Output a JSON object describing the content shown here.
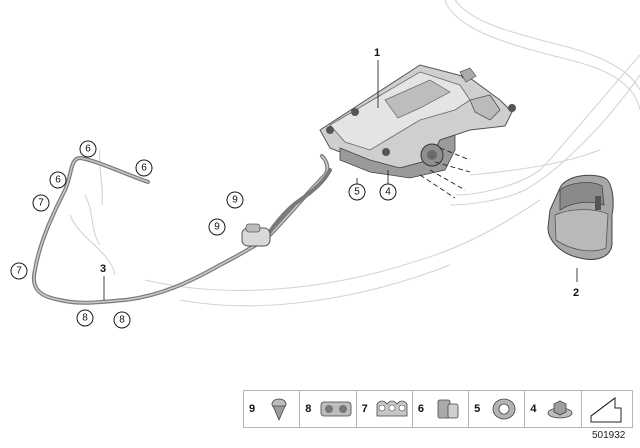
{
  "parts": [
    {
      "label": "1"
    },
    {
      "label": "2"
    },
    {
      "label": "3"
    }
  ],
  "callouts": [
    "6",
    "6",
    "6",
    "7",
    "7",
    "8",
    "8",
    "9",
    "9",
    "5",
    "4"
  ],
  "legend": [
    {
      "num": "9",
      "icon": "clip-icon"
    },
    {
      "num": "8",
      "icon": "double-hose-holder-icon"
    },
    {
      "num": "7",
      "icon": "triple-hose-clip-icon"
    },
    {
      "num": "6",
      "icon": "hose-clamp-icon"
    },
    {
      "num": "5",
      "icon": "rubber-grommet-icon"
    },
    {
      "num": "4",
      "icon": "hex-nut-icon"
    },
    {
      "num": "",
      "icon": "pointer-arrow-icon"
    }
  ],
  "reference_number": "501932"
}
